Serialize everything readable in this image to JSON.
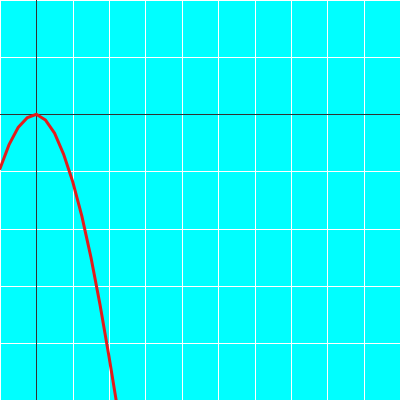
{
  "chart_data": {
    "type": "line",
    "title": "",
    "xlabel": "",
    "ylabel": "",
    "grid": true,
    "xlim": [
      -1,
      10
    ],
    "ylim": [
      -5,
      2
    ],
    "x_grid_step": 1,
    "y_grid_step": 1,
    "colors": {
      "background": "#00ffff",
      "grid": "#ffffff",
      "axis": "#333333",
      "curve": "#e31b1b"
    },
    "series": [
      {
        "x": [
          -1.0,
          -0.75,
          -0.5,
          -0.25,
          0.0,
          0.25,
          0.5,
          0.75,
          1.0,
          1.25,
          1.5,
          1.75,
          2.0,
          2.25
        ],
        "y": [
          -0.95,
          -0.53,
          -0.23,
          -0.06,
          0.0,
          -0.1,
          -0.33,
          -0.7,
          -1.18,
          -1.78,
          -2.5,
          -3.33,
          -4.25,
          -5.22
        ]
      }
    ]
  }
}
